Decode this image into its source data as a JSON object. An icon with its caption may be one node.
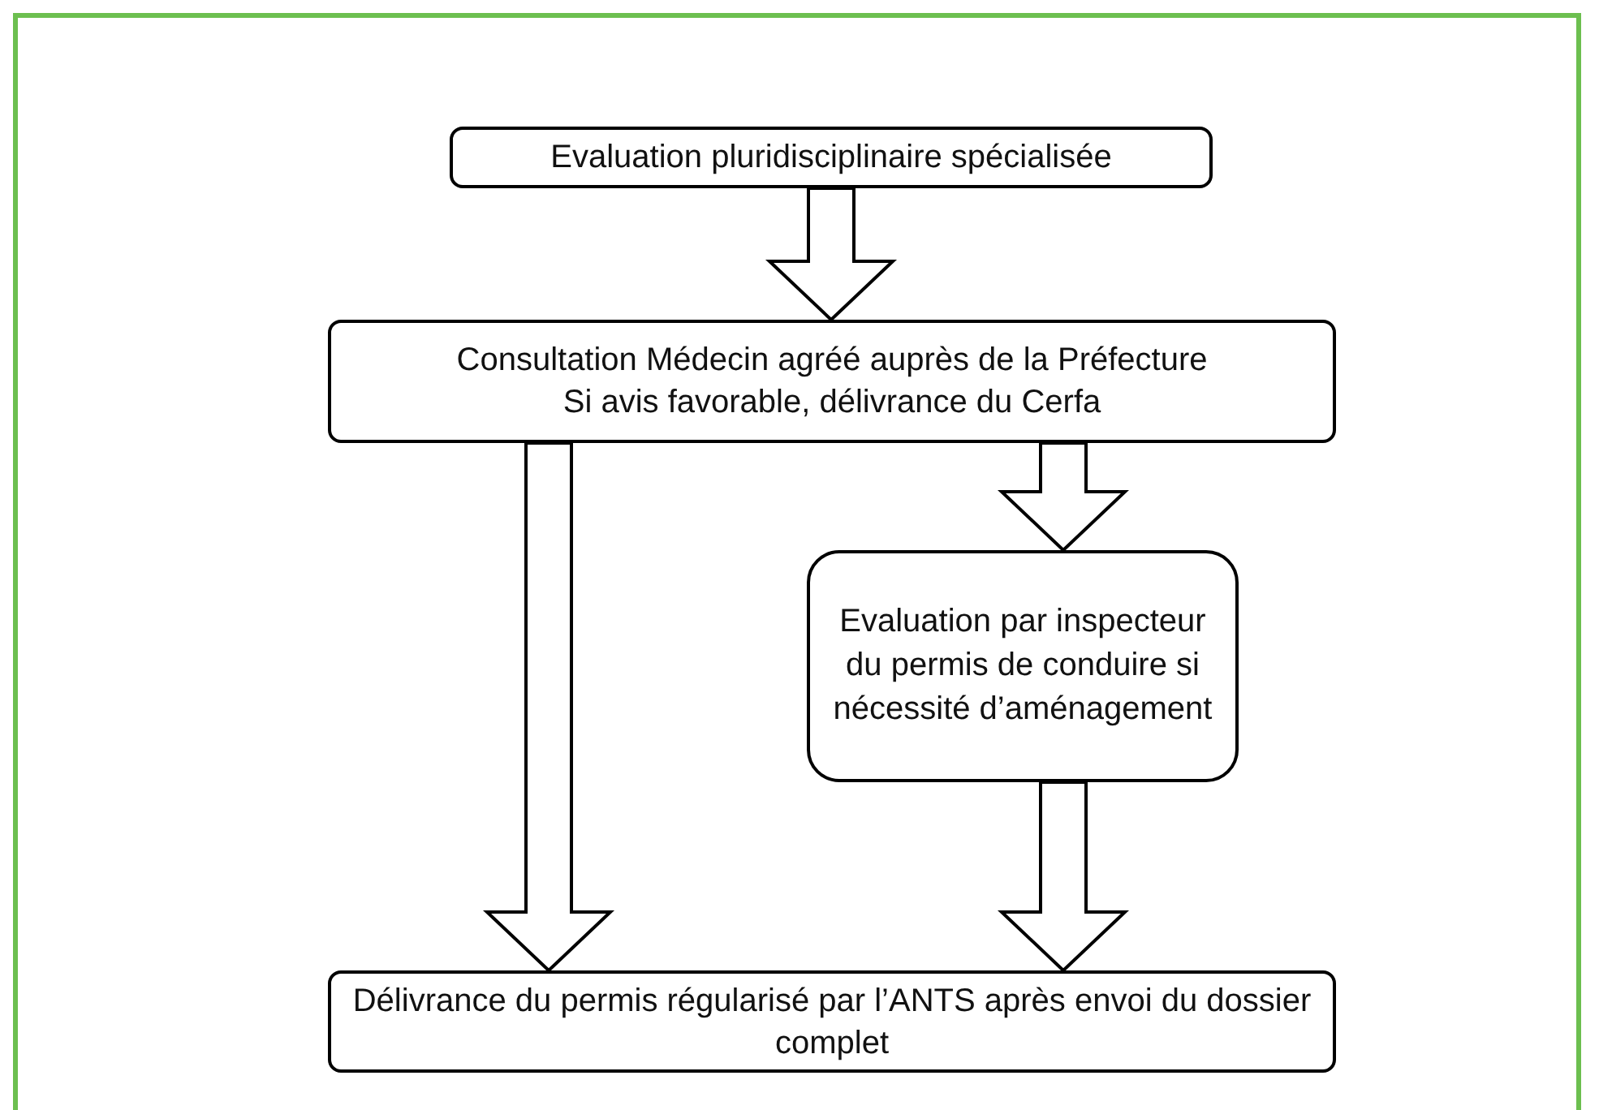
{
  "diagram": {
    "nodes": [
      {
        "text": [
          "Evaluation pluridisciplinaire spécialisée"
        ]
      },
      {
        "text": [
          "Consultation Médecin agréé auprès de la Préfecture",
          "Si avis favorable, délivrance du Cerfa"
        ]
      },
      {
        "text": [
          "Evaluation par inspecteur du permis de conduire si nécessité d’aménagement"
        ]
      },
      {
        "text": [
          "Délivrance du permis régularisé par l’ANTS après envoi du dossier complet"
        ]
      }
    ],
    "edges": [
      {
        "from": 0,
        "to": 1,
        "arrow": "to"
      },
      {
        "from": 1,
        "to": 3,
        "arrow": "to"
      },
      {
        "from": 1,
        "to": 2,
        "arrow": "to"
      },
      {
        "from": 2,
        "to": 3,
        "arrow": "to"
      }
    ]
  }
}
